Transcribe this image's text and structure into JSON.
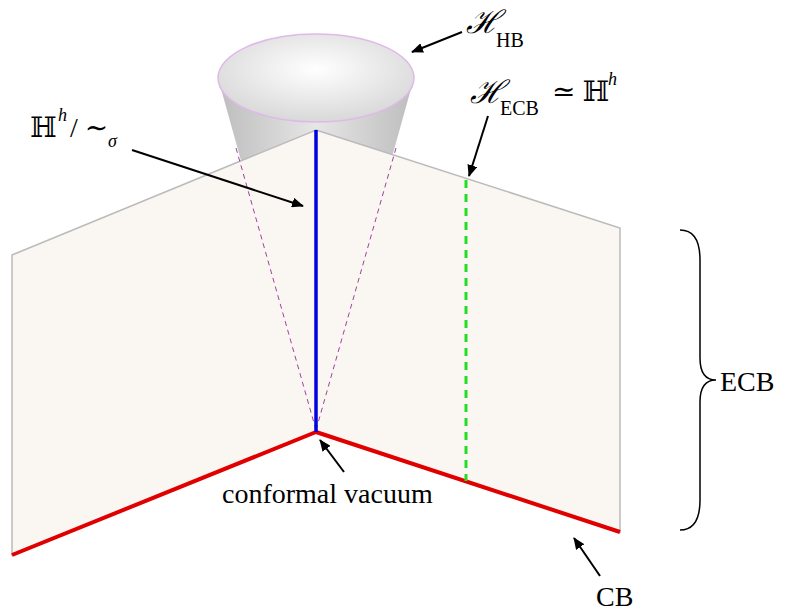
{
  "diagram": {
    "labels": [
      "ℋ",
      "HB",
      "ℍ",
      "h",
      "/ ∼",
      "σ",
      "ℋ",
      "ECB",
      "≃ ℍ",
      "h",
      "conformal vacuum",
      "ECB",
      "CB"
    ]
  }
}
